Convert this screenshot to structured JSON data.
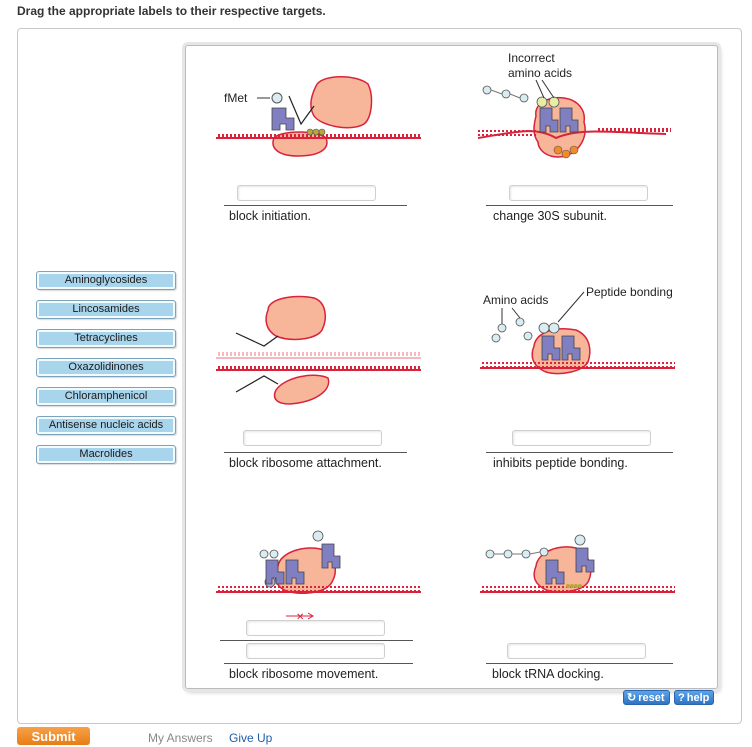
{
  "instructions": "Drag the appropriate labels to their respective targets.",
  "labels": [
    "Aminoglycosides",
    "Lincosamides",
    "Tetracyclines",
    "Oxazolidinones",
    "Chloramphenicol",
    "Antisense nucleic acids",
    "Macrolides"
  ],
  "panels": {
    "p1": {
      "caption": "block initiation.",
      "annotation": "fMet"
    },
    "p2": {
      "caption": "change 30S subunit.",
      "annotation_line1": "Incorrect",
      "annotation_line2": "amino acids"
    },
    "p3": {
      "caption": "block ribosome attachment."
    },
    "p4": {
      "caption": "inhibits peptide bonding.",
      "annotation_a": "Amino acids",
      "annotation_b": "Peptide bonding"
    },
    "p5": {
      "caption": "block ribosome movement."
    },
    "p6": {
      "caption": "block tRNA docking."
    }
  },
  "buttons": {
    "reset": "reset",
    "help": "help",
    "reset_icon": "reload-icon",
    "help_icon": "question-icon"
  },
  "footer": {
    "submit": "Submit",
    "my_answers": "My Answers",
    "give_up": "Give Up"
  },
  "colors": {
    "ribosome": "#f7b59a",
    "ribosome_stroke": "#d8233b",
    "mrna": "#d8233b",
    "trna": "#7f7fc2",
    "label_bg": "#a8d4ec",
    "submit": "#ee8a24",
    "link": "#1f5fa8"
  }
}
